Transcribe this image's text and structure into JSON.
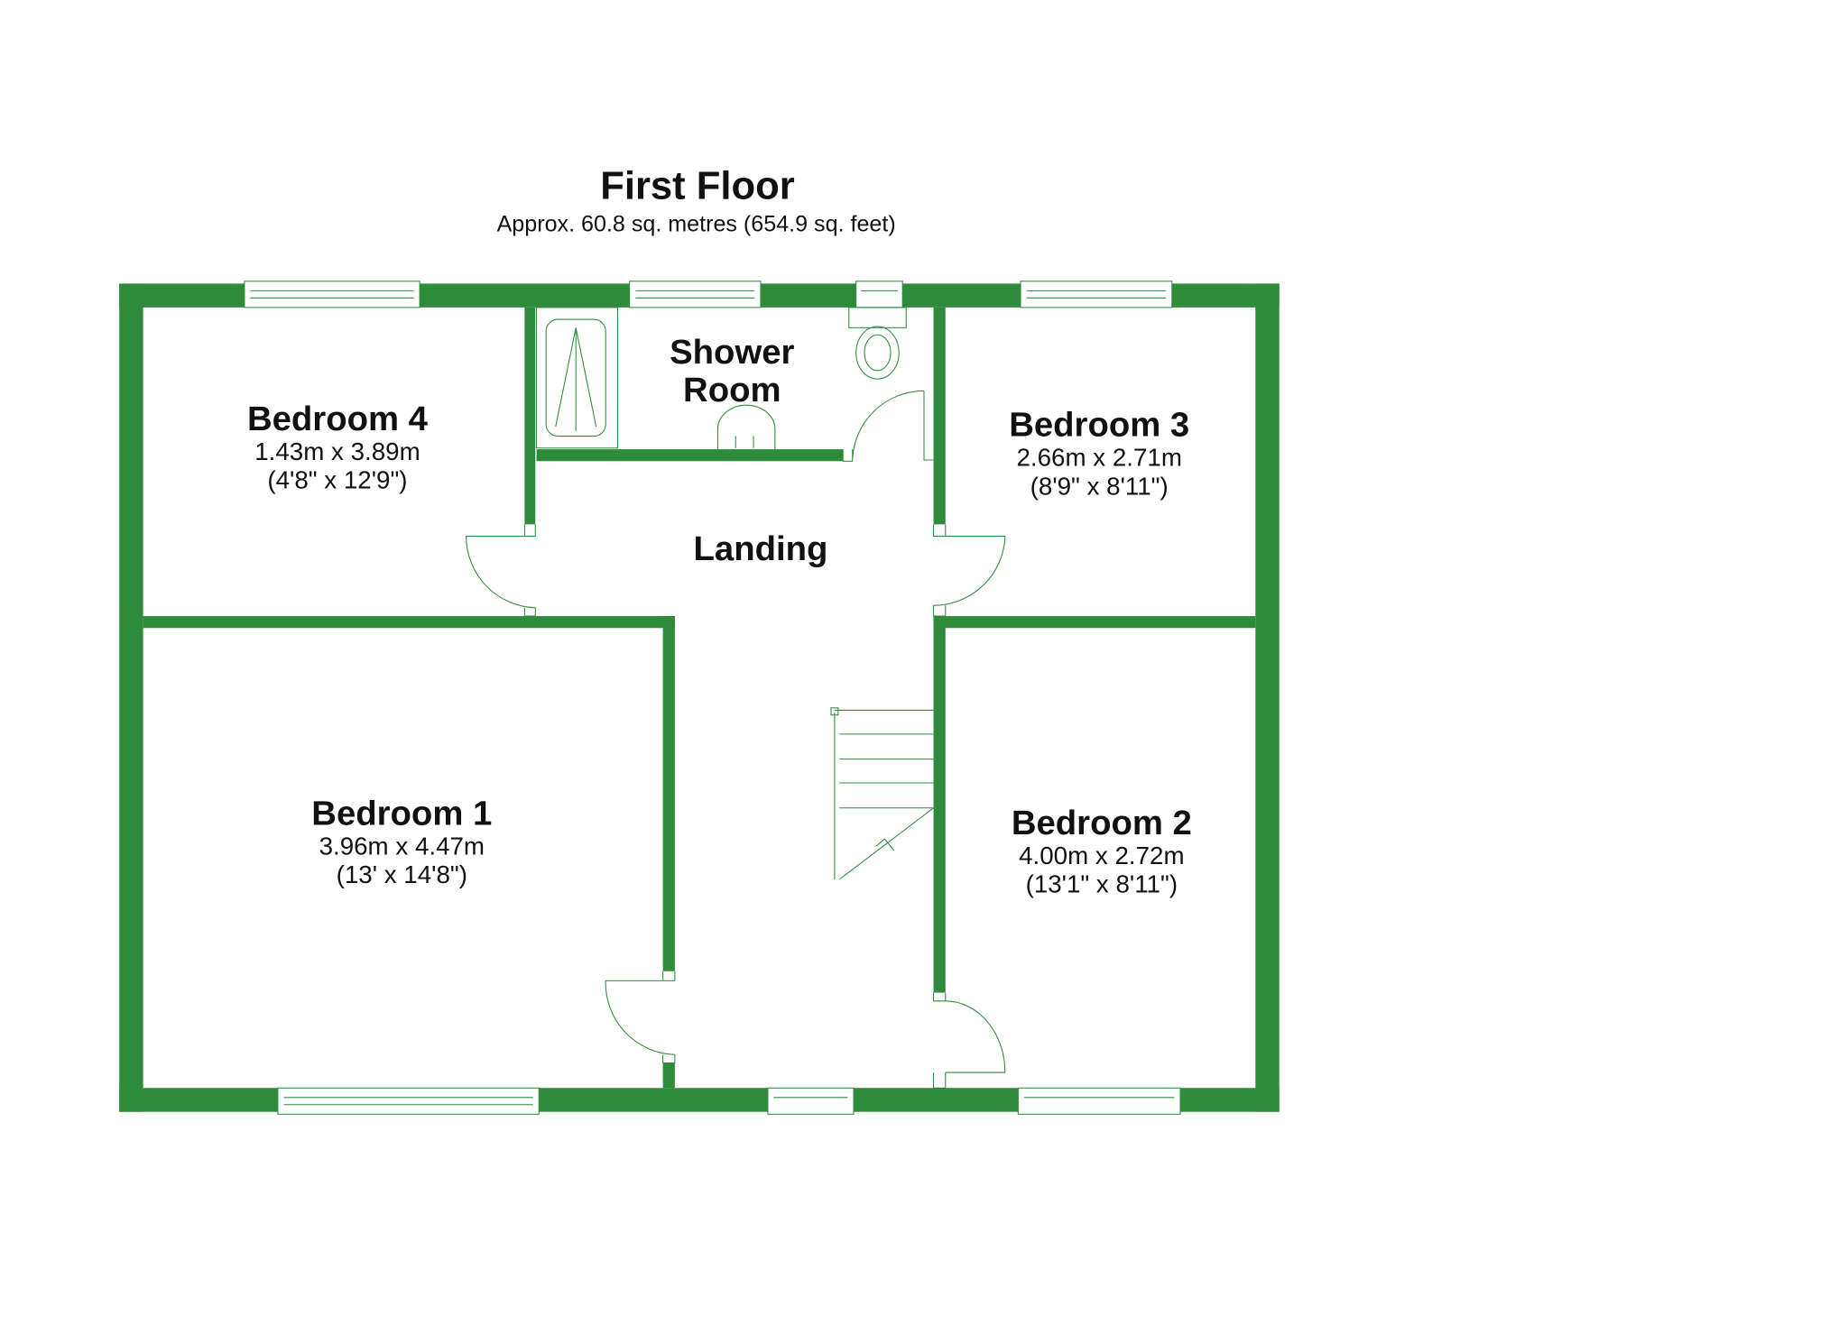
{
  "header": {
    "title": "First Floor",
    "subtitle": "Approx. 60.8 sq. metres (654.9 sq. feet)"
  },
  "rooms": [
    {
      "name": "Bedroom 4",
      "metric": "1.43m x 3.89m",
      "imperial": "(4'8\" x 12'9\")"
    },
    {
      "name": "Shower",
      "name2": "Room"
    },
    {
      "name": "Bedroom 3",
      "metric": "2.66m x 2.71m",
      "imperial": "(8'9\" x 8'11\")"
    },
    {
      "name": "Landing"
    },
    {
      "name": "Bedroom 1",
      "metric": "3.96m x 4.47m",
      "imperial": "(13' x 14'8\")"
    },
    {
      "name": "Bedroom 2",
      "metric": "4.00m x 2.72m",
      "imperial": "(13'1\" x 8'11\")"
    }
  ],
  "colors": {
    "wall": "#2e8b3c",
    "background": "#ffffff"
  }
}
